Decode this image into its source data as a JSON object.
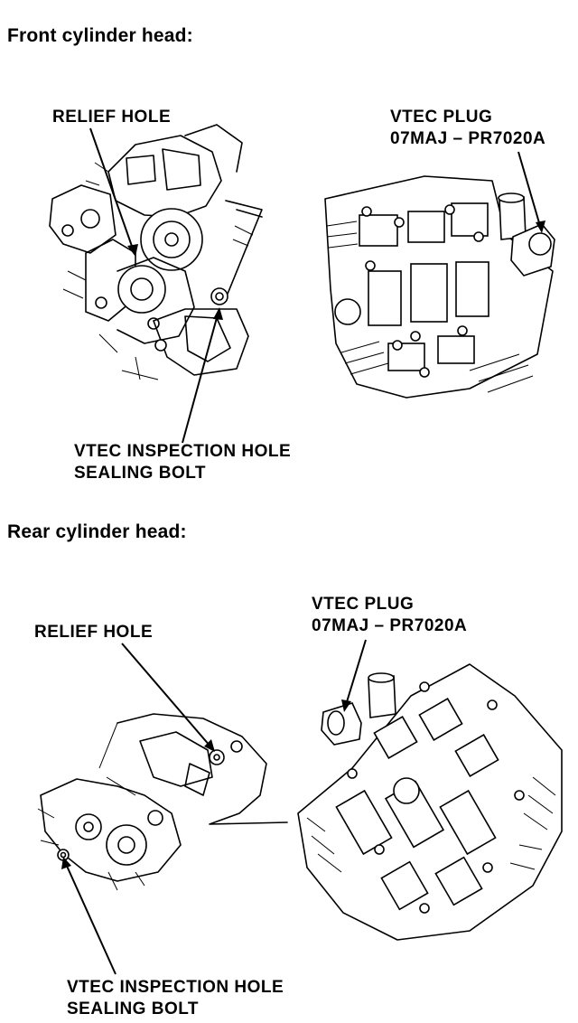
{
  "sections": [
    {
      "title": "Front cylinder head:",
      "callouts": {
        "relief_hole": "RELIEF HOLE",
        "vtec_plug_line1": "VTEC PLUG",
        "vtec_plug_line2": "07MAJ – PR7020A",
        "inspection_line1": "VTEC INSPECTION HOLE",
        "inspection_line2": "SEALING BOLT"
      }
    },
    {
      "title": "Rear cylinder head:",
      "callouts": {
        "relief_hole": "RELIEF HOLE",
        "vtec_plug_line1": "VTEC PLUG",
        "vtec_plug_line2": "07MAJ – PR7020A",
        "inspection_line1": "VTEC INSPECTION HOLE",
        "inspection_line2": "SEALING BOLT"
      }
    }
  ]
}
